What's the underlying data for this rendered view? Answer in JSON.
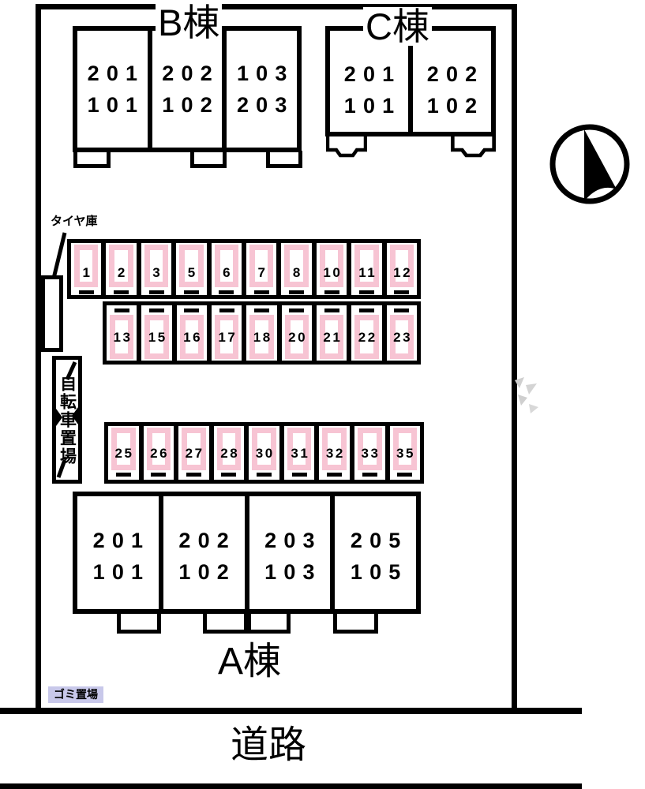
{
  "road": {
    "label": "道路"
  },
  "compass": {
    "icon": "north-arrow"
  },
  "facilities": {
    "tire_storage_label": "タイヤ庫",
    "bicycle_parking_label": "自転車置場",
    "garbage_label": "ゴミ置場"
  },
  "colors": {
    "parking_pink": "#f7c4d3",
    "garbage_bg": "#c8c8ea",
    "line": "#000000"
  },
  "buildings": {
    "b": {
      "label": "B棟",
      "units": [
        {
          "upper": "201",
          "lower": "101"
        },
        {
          "upper": "202",
          "lower": "102"
        },
        {
          "upper": "103",
          "lower": "203"
        }
      ]
    },
    "c": {
      "label": "C棟",
      "units": [
        {
          "upper": "201",
          "lower": "101"
        },
        {
          "upper": "202",
          "lower": "102"
        }
      ]
    },
    "a": {
      "label": "A棟",
      "units": [
        {
          "upper": "201",
          "lower": "101"
        },
        {
          "upper": "202",
          "lower": "102"
        },
        {
          "upper": "203",
          "lower": "103"
        },
        {
          "upper": "205",
          "lower": "105"
        }
      ]
    }
  },
  "parking": {
    "row_top": [
      "1",
      "2",
      "3",
      "5",
      "6",
      "7",
      "8",
      "10",
      "11",
      "12"
    ],
    "row_middle": [
      "13",
      "15",
      "16",
      "17",
      "18",
      "20",
      "21",
      "22",
      "23"
    ],
    "row_lower": [
      "25",
      "26",
      "27",
      "28",
      "30",
      "31",
      "32",
      "33",
      "35"
    ]
  }
}
